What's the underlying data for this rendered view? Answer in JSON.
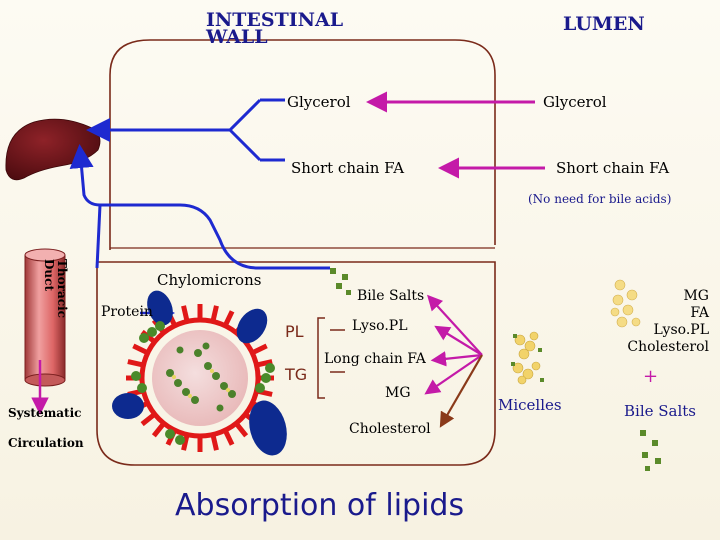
{
  "header": {
    "wall_label_line1": "INTESTINAL",
    "wall_label_line2": "WALL",
    "lumen_label": "LUMEN"
  },
  "lumen_side": {
    "glycerol": "Glycerol",
    "short_chain_fa": "Short chain FA",
    "bile_note": "(No need for bile acids)",
    "lipid_list": [
      "MG",
      "FA",
      "Lyso.PL",
      "Cholesterol"
    ],
    "plus_sign": "+",
    "micelles": "Micelles",
    "bile_salts": "Bile Salts"
  },
  "wall_side": {
    "glycerol": "Glycerol",
    "short_chain_fa": "Short chain FA",
    "chylomicrons": "Chylomicrons",
    "protein": "Protein",
    "bile_salts": "Bile Salts",
    "pl_abbrev": "PL",
    "tg_abbrev": "TG",
    "lyso_pl": "Lyso.PL",
    "long_chain_fa": "Long chain FA",
    "mg": "MG",
    "cholesterol": "Cholesterol"
  },
  "left_side": {
    "thoracic_duct": "Thoracic Duct",
    "systematic_line1": "Systematic",
    "systematic_line2": "Circulation"
  },
  "footer": {
    "title": "Absorption of lipids"
  },
  "colors": {
    "blue_arrow": "#1e2ad0",
    "magenta_arrow": "#c41aa8",
    "brown_arrow": "#8a3a1a",
    "header_text": "#1a1a8c",
    "cell_outline": "#7a2a1a",
    "liver": "#6a1216",
    "vessel": "#d97b7b",
    "micelle_dot": "#f2d36a",
    "bile_dot": "#5b8a2a",
    "chylo_spike": "#e01818",
    "protein_blob": "#0d2a8f"
  },
  "icons": [
    "liver-icon",
    "thoracic-duct-icon",
    "chylomicron-icon",
    "micelle-icon",
    "bile-salt-dots-icon"
  ]
}
